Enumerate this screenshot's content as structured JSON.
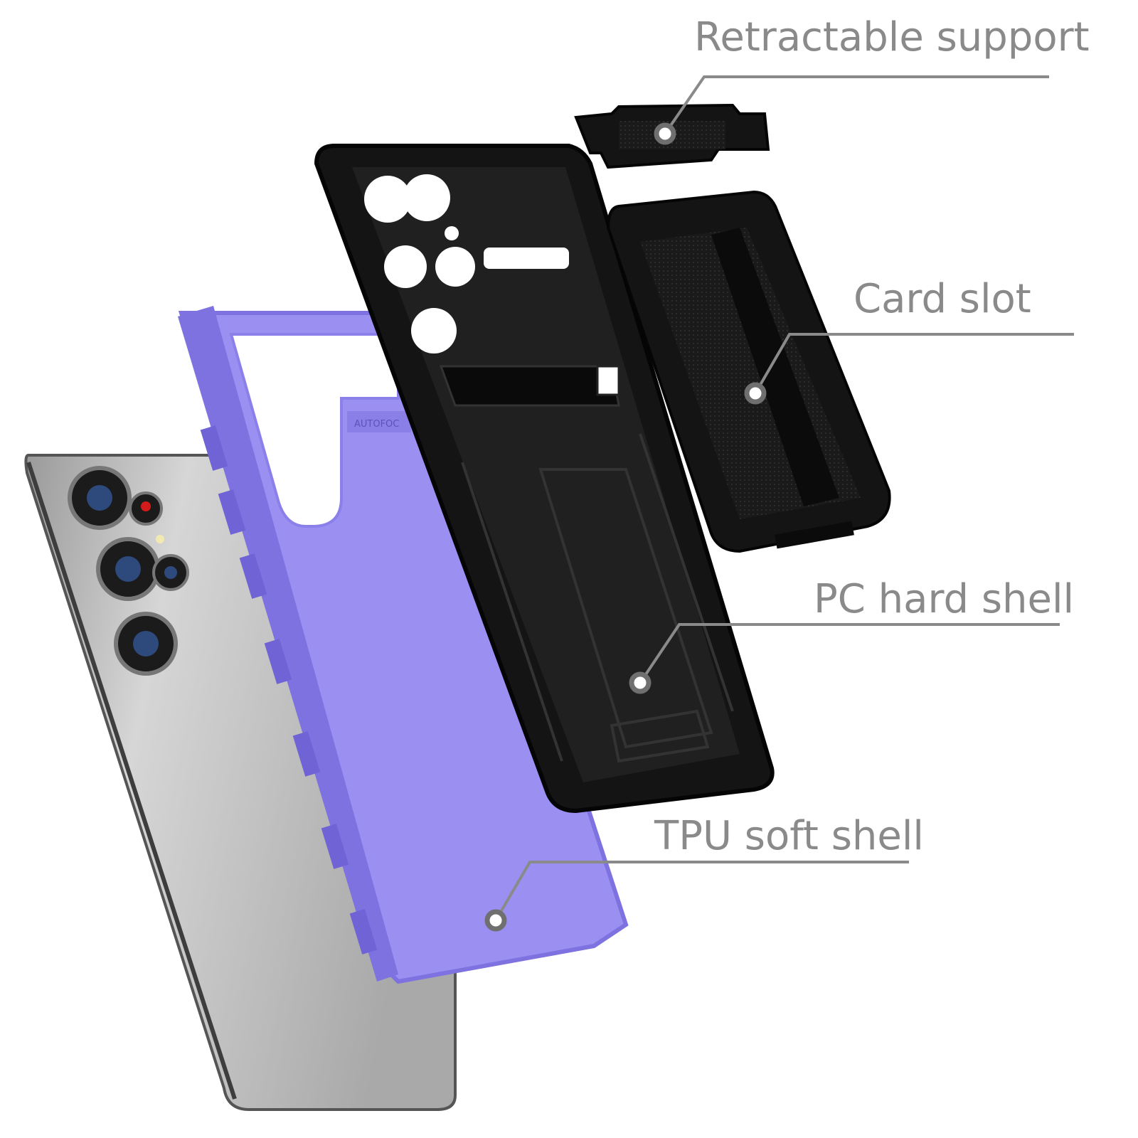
{
  "callouts": {
    "retractable_support": "Retractable support",
    "card_slot": "Card slot",
    "pc_hard_shell": "PC hard shell",
    "tpu_soft_shell": "TPU soft shell"
  },
  "tpu_imprint": "AUTOFOC",
  "colors": {
    "callout_text": "#8a8a8a",
    "callout_line": "#8a8a8a",
    "tpu_shell": "#9b90f2",
    "tpu_shell_dark": "#7e72e0",
    "pc_shell": "#141414",
    "phone_body": "#b9b9b9"
  }
}
